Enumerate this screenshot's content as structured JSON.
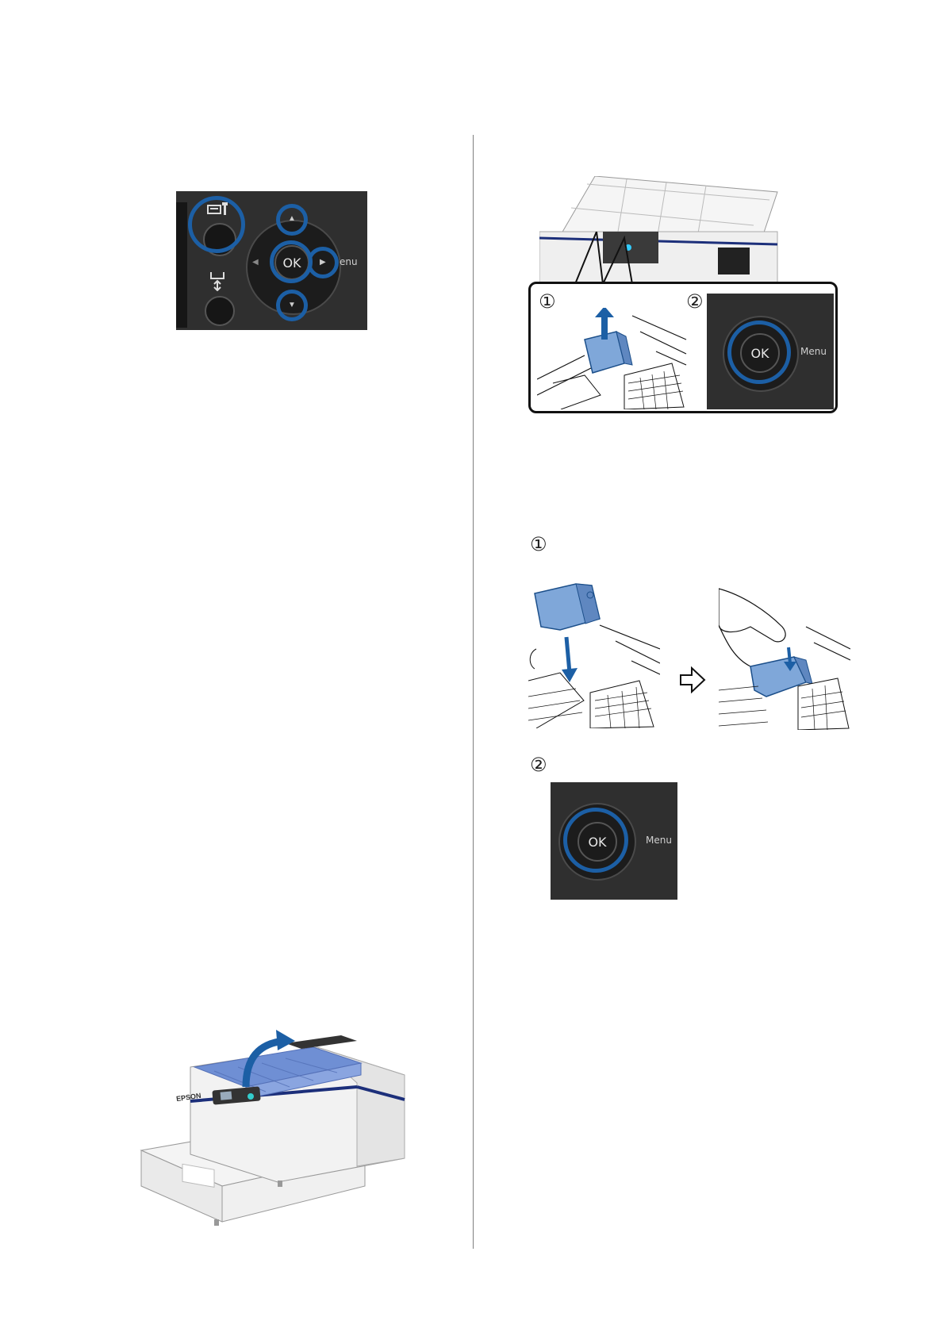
{
  "panel_top": {
    "ok_label": "OK",
    "menu_label": "enu"
  },
  "callout": {
    "step1": "①",
    "step2": "②",
    "ok_label": "OK",
    "menu_label": "Menu"
  },
  "install": {
    "step1": "①",
    "step2": "②",
    "ok_label": "OK",
    "menu_label": "Menu"
  },
  "printer": {
    "brand_label": "EPSON"
  }
}
